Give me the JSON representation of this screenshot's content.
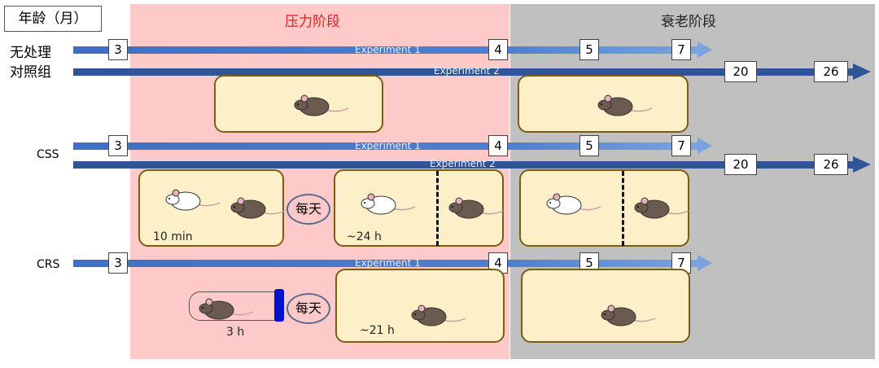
{
  "header": {
    "age_label": "年龄（月）",
    "stress_phase": "压力阶段",
    "aging_phase": "衰老阶段"
  },
  "colors": {
    "stress_bg": "#fdc9c9",
    "aging_bg": "#c0c0c0",
    "exp1": "#4472c4",
    "exp2": "#2f5597",
    "phase_title": "#e02020"
  },
  "groups": {
    "control": {
      "label1": "无处理",
      "label2": "对照组",
      "exp1": "Experiment 1",
      "exp2": "Experiment 2",
      "exp1_ticks": [
        "3",
        "4",
        "5",
        "7"
      ],
      "exp2_ticks": [
        "20",
        "26"
      ]
    },
    "css": {
      "label": "CSS",
      "exp1": "Experiment 1",
      "exp2": "Experiment 2",
      "exp1_ticks": [
        "3",
        "4",
        "5",
        "7"
      ],
      "exp2_ticks": [
        "20",
        "26"
      ],
      "session": "10 min",
      "daily": "每天",
      "rest": "~24 h"
    },
    "crs": {
      "label": "CRS",
      "exp1": "Experiment 1",
      "exp1_ticks": [
        "3",
        "4",
        "5",
        "7"
      ],
      "session": "3 h",
      "daily": "每天",
      "rest": "~21 h"
    }
  }
}
